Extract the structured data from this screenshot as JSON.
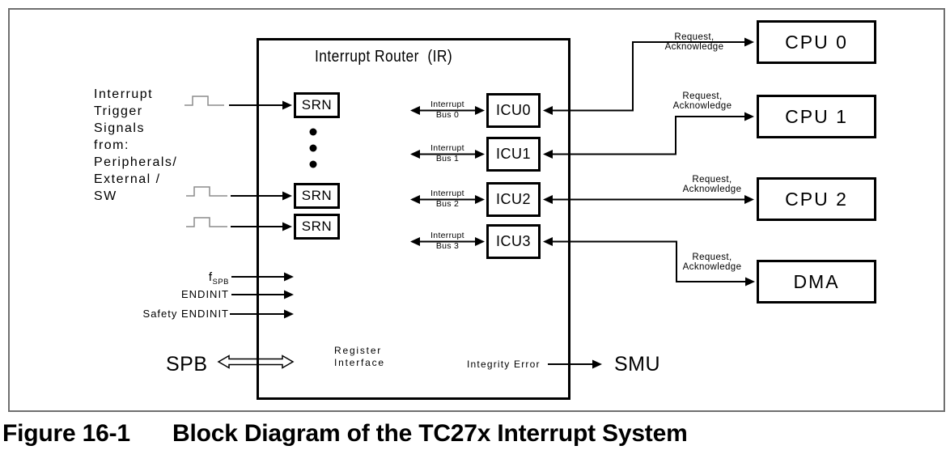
{
  "ir": {
    "title": "Interrupt Router  (IR)",
    "srn_labels": [
      "SRN",
      "SRN",
      "SRN"
    ],
    "icu_labels": [
      "ICU0",
      "ICU1",
      "ICU2",
      "ICU3"
    ],
    "register_interface": "Register\nInterface"
  },
  "left_side": {
    "trigger_text": "Interrupt\nTrigger\nSignals\nfrom:\nPeripherals/\nExternal /\nSW",
    "f_base": "f",
    "f_sub": "SPB",
    "endinit": "ENDINIT",
    "safety_endinit": "Safety ENDINIT",
    "spb": "SPB"
  },
  "buses": [
    {
      "top": "Interrupt",
      "bottom": "Bus 0"
    },
    {
      "top": "Interrupt",
      "bottom": "Bus 1"
    },
    {
      "top": "Interrupt",
      "bottom": "Bus 2"
    },
    {
      "top": "Interrupt",
      "bottom": "Bus 3"
    }
  ],
  "right_side": {
    "targets": [
      "CPU 0",
      "CPU 1",
      "CPU 2",
      "DMA"
    ],
    "req_ack": {
      "line1": "Request,",
      "line2": "Acknowledge"
    },
    "integrity_error": "Integrity Error",
    "smu": "SMU"
  },
  "caption": {
    "label": "Figure 16-1",
    "title": "Block Diagram of the TC27x Interrupt System"
  },
  "colors": {
    "line": "#000000",
    "pulse": "#8c8c8c",
    "frame": "#6f6f6f"
  }
}
